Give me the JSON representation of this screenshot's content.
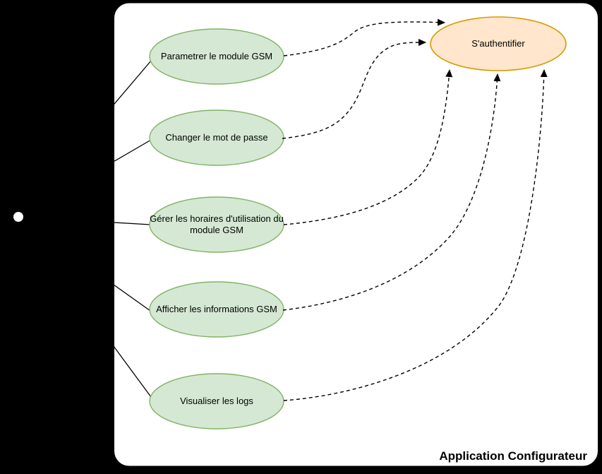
{
  "diagram": {
    "type": "uml-use-case",
    "background_color": "#000000",
    "system_boundary": {
      "label": "Application Configurateur",
      "fill": "#ffffff",
      "stroke": "#000000"
    },
    "actor": {
      "head_color": "#ffffff"
    },
    "use_cases": [
      {
        "label": "Parametrer le module GSM",
        "fill": "#d5e8d4",
        "stroke": "#82b366"
      },
      {
        "label": "Changer le mot de passe",
        "fill": "#d5e8d4",
        "stroke": "#82b366"
      },
      {
        "label": "Gérer les horaires d'utilisation du module GSM",
        "fill": "#d5e8d4",
        "stroke": "#82b366"
      },
      {
        "label": "Afficher les informations GSM",
        "fill": "#d5e8d4",
        "stroke": "#82b366"
      },
      {
        "label": "Visualiser les logs",
        "fill": "#d5e8d4",
        "stroke": "#82b366"
      },
      {
        "label": "S'authentifier",
        "fill": "#ffe6cc",
        "stroke": "#d79b00"
      }
    ],
    "edges": {
      "color": "#000000",
      "association_style": "solid",
      "dependency_style": "dashed"
    }
  }
}
